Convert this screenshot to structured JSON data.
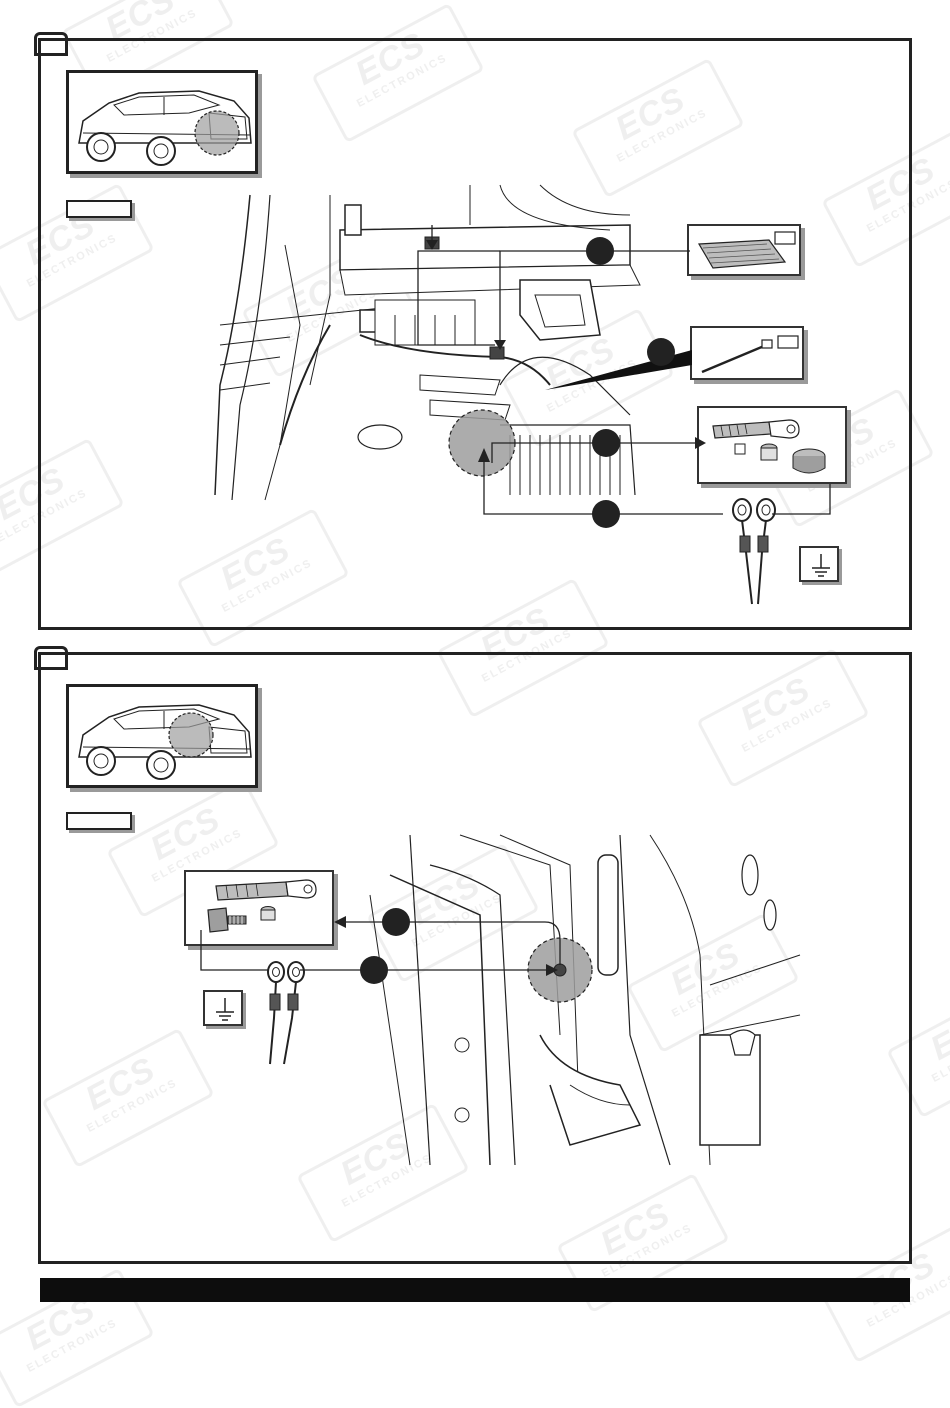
{
  "watermark": {
    "logo": "ECS",
    "sub": "ELECTRONICS"
  },
  "steps": [
    {
      "id": "step-1",
      "parts": [
        "cable-tie-pack",
        "cable-tie",
        "ratchet-socket-nut",
        "ring-terminals"
      ],
      "callouts": 4
    },
    {
      "id": "step-2",
      "parts": [
        "ratchet-socket-bolt",
        "ring-terminals"
      ],
      "callouts": 2
    }
  ],
  "colors": {
    "ink": "#1a1a1a",
    "callout": "#222222",
    "highlight": "#9e9e9e",
    "shadow": "#9a9a9a",
    "watermark": "#e2e2e2",
    "footer": "#0d0d0d"
  }
}
